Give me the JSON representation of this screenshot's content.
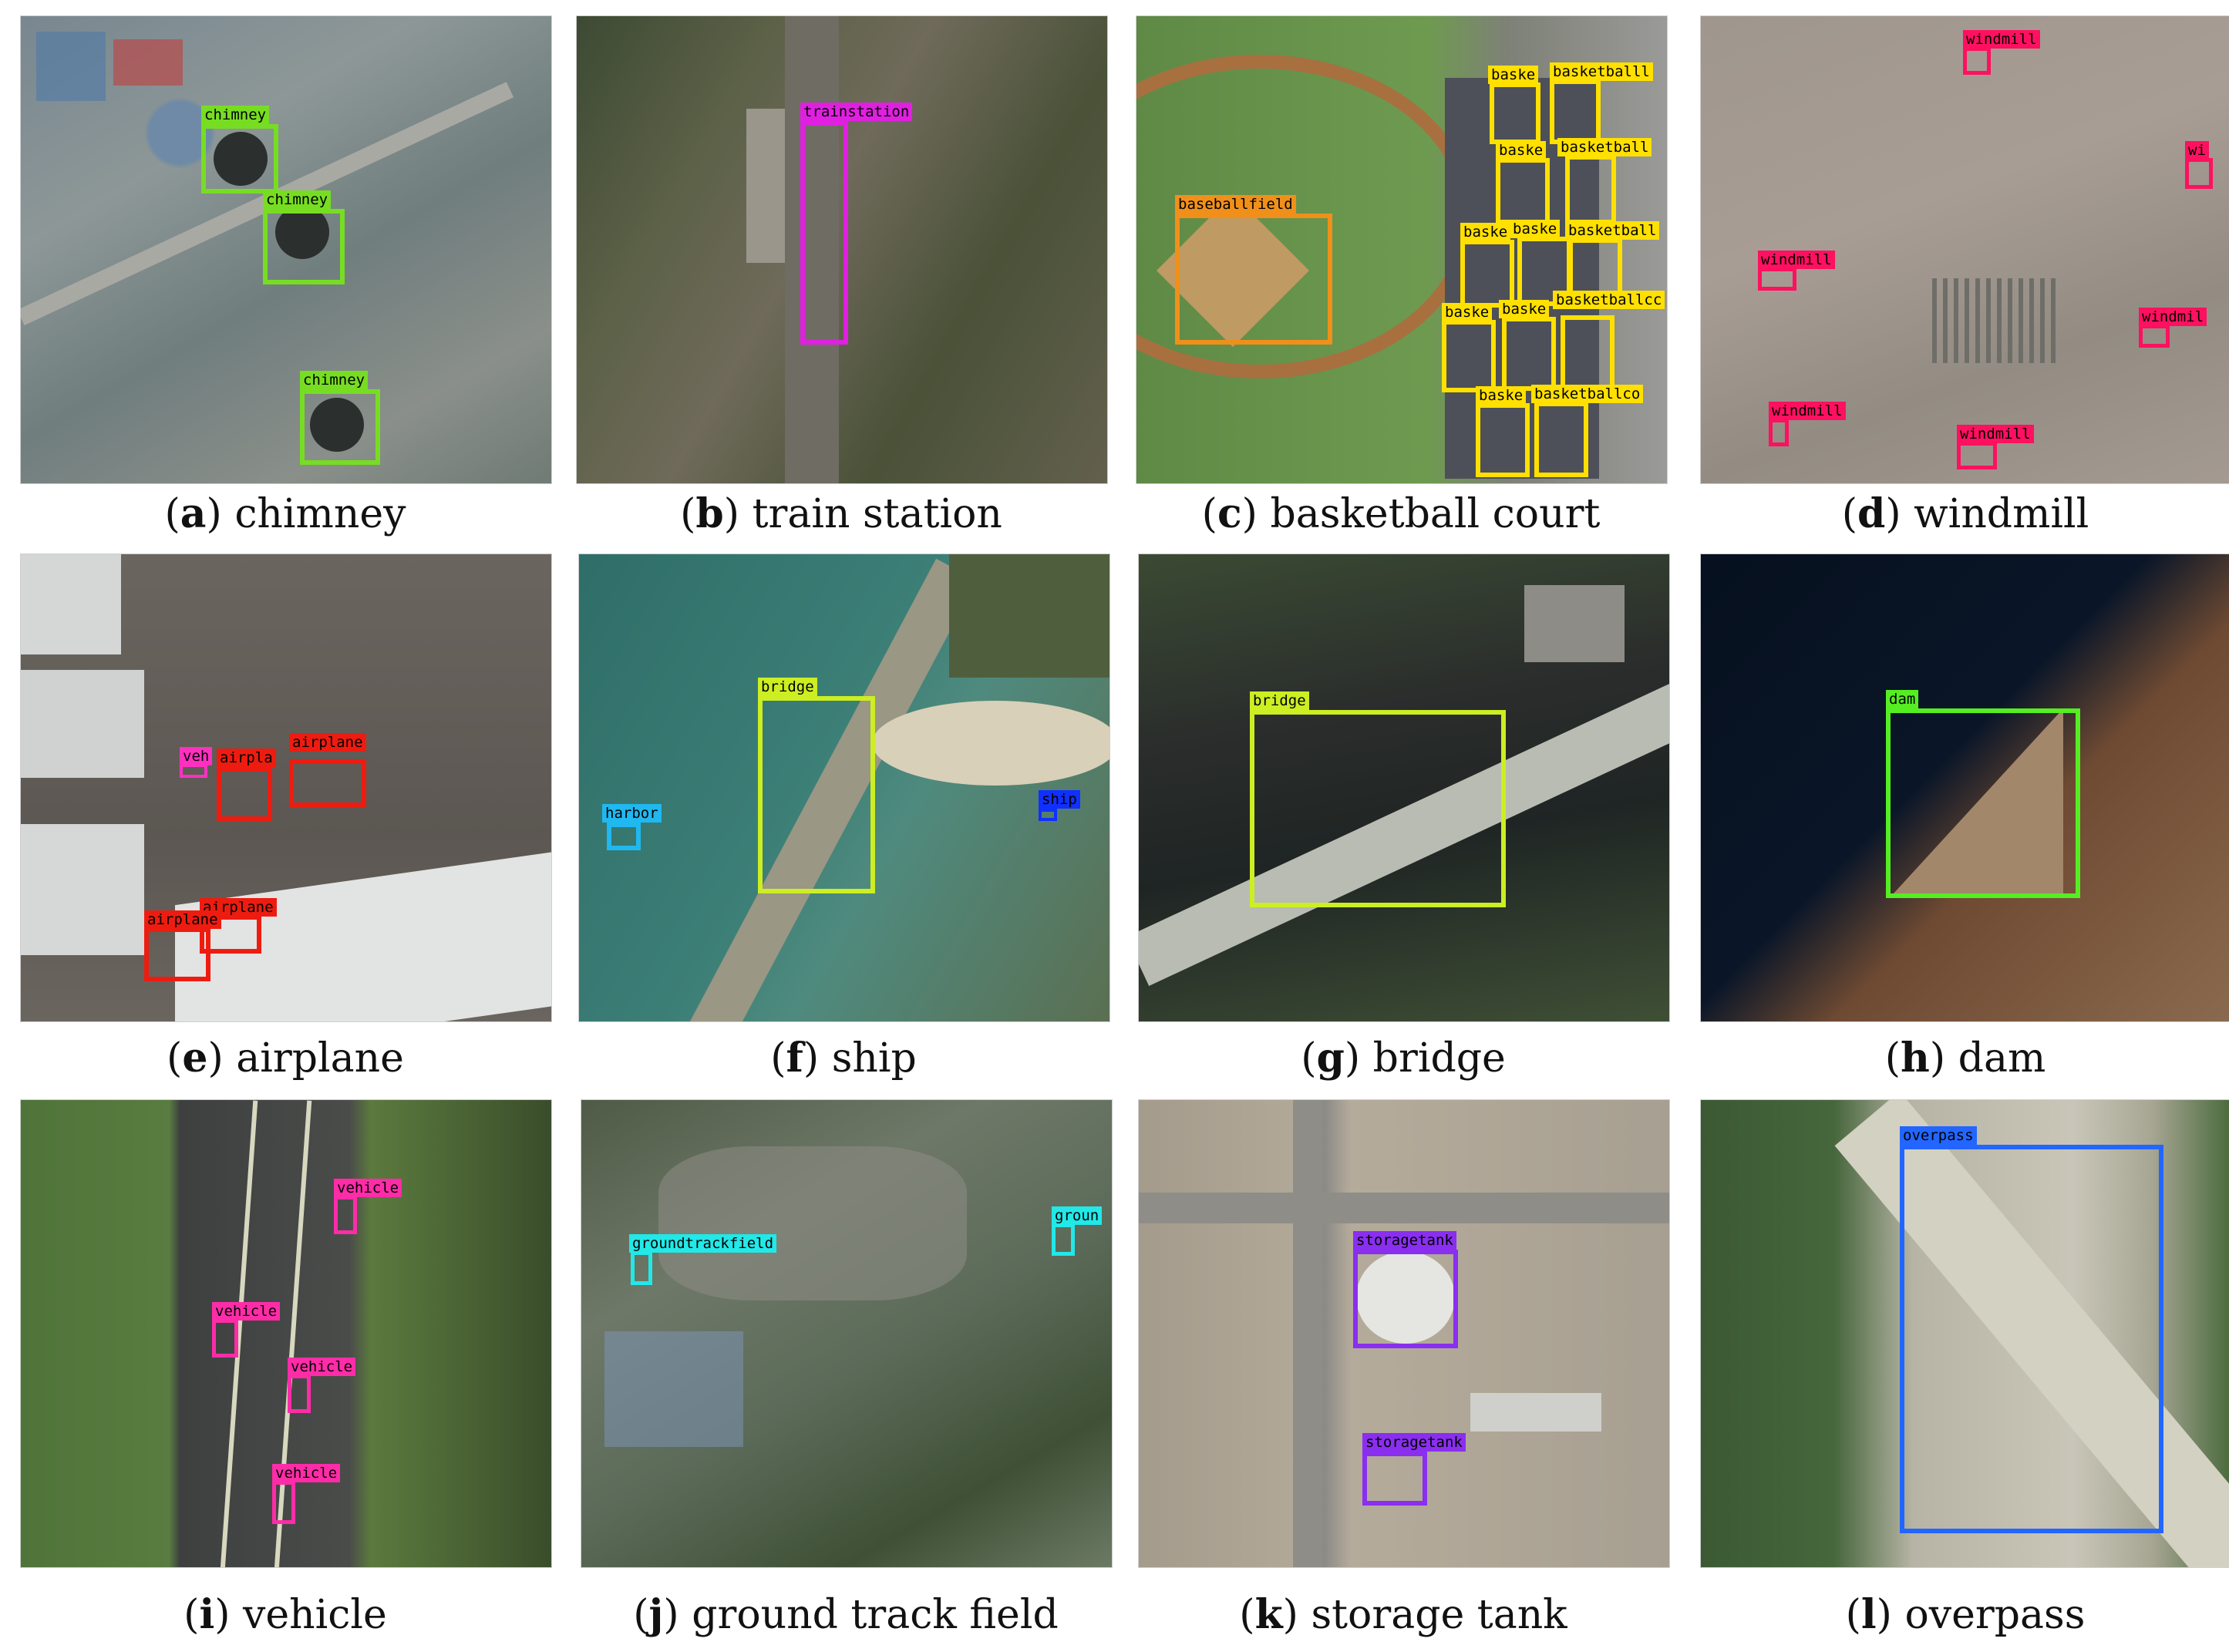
{
  "panels": [
    {
      "letter": "a",
      "caption": "chimney",
      "labels": [
        "chimney",
        "chimney",
        "chimney"
      ],
      "color": "#77dd22"
    },
    {
      "letter": "b",
      "caption": "train station",
      "labels": [
        "trainstation"
      ],
      "color": "#e020e0"
    },
    {
      "letter": "c",
      "caption": "basketball court",
      "labels": [
        "baseballfield",
        "baske",
        "basketballl",
        "baske",
        "basketball",
        "baske",
        "baske",
        "basketball",
        "baske",
        "baske",
        "basketballcc",
        "baske",
        "basketballco"
      ],
      "colors": {
        "baseballfield": "#f0901a",
        "basketball": "#ffe000"
      }
    },
    {
      "letter": "d",
      "caption": "windmill",
      "labels": [
        "windmill",
        "wi",
        "windmill",
        "windmil",
        "windmill",
        "windmill"
      ],
      "color": "#ff1060"
    },
    {
      "letter": "e",
      "caption": "airplane",
      "labels": [
        "veh",
        "airpla",
        "airplane",
        "airplane",
        "airplane"
      ],
      "colors": {
        "airplane": "#ee1c10",
        "vehicle": "#ff30c0"
      }
    },
    {
      "letter": "f",
      "caption": "ship",
      "labels": [
        "bridge",
        "harbor",
        "ship"
      ],
      "colors": {
        "bridge": "#ccee22",
        "harbor": "#20b8f0",
        "ship": "#1030ff"
      }
    },
    {
      "letter": "g",
      "caption": "bridge",
      "labels": [
        "bridge"
      ],
      "color": "#ccee22"
    },
    {
      "letter": "h",
      "caption": "dam",
      "labels": [
        "dam"
      ],
      "color": "#55ee22"
    },
    {
      "letter": "i",
      "caption": "vehicle",
      "labels": [
        "vehicle",
        "vehicle",
        "vehicle",
        "vehicle"
      ],
      "color": "#ff2ca8"
    },
    {
      "letter": "j",
      "caption": "ground track field",
      "labels": [
        "groundtrackfield",
        "groun"
      ],
      "color": "#22e8e8"
    },
    {
      "letter": "k",
      "caption": "storage tank",
      "labels": [
        "storagetank",
        "storagetank"
      ],
      "color": "#8a2ef0"
    },
    {
      "letter": "l",
      "caption": "overpass",
      "labels": [
        "overpass"
      ],
      "color": "#2266ff"
    }
  ]
}
